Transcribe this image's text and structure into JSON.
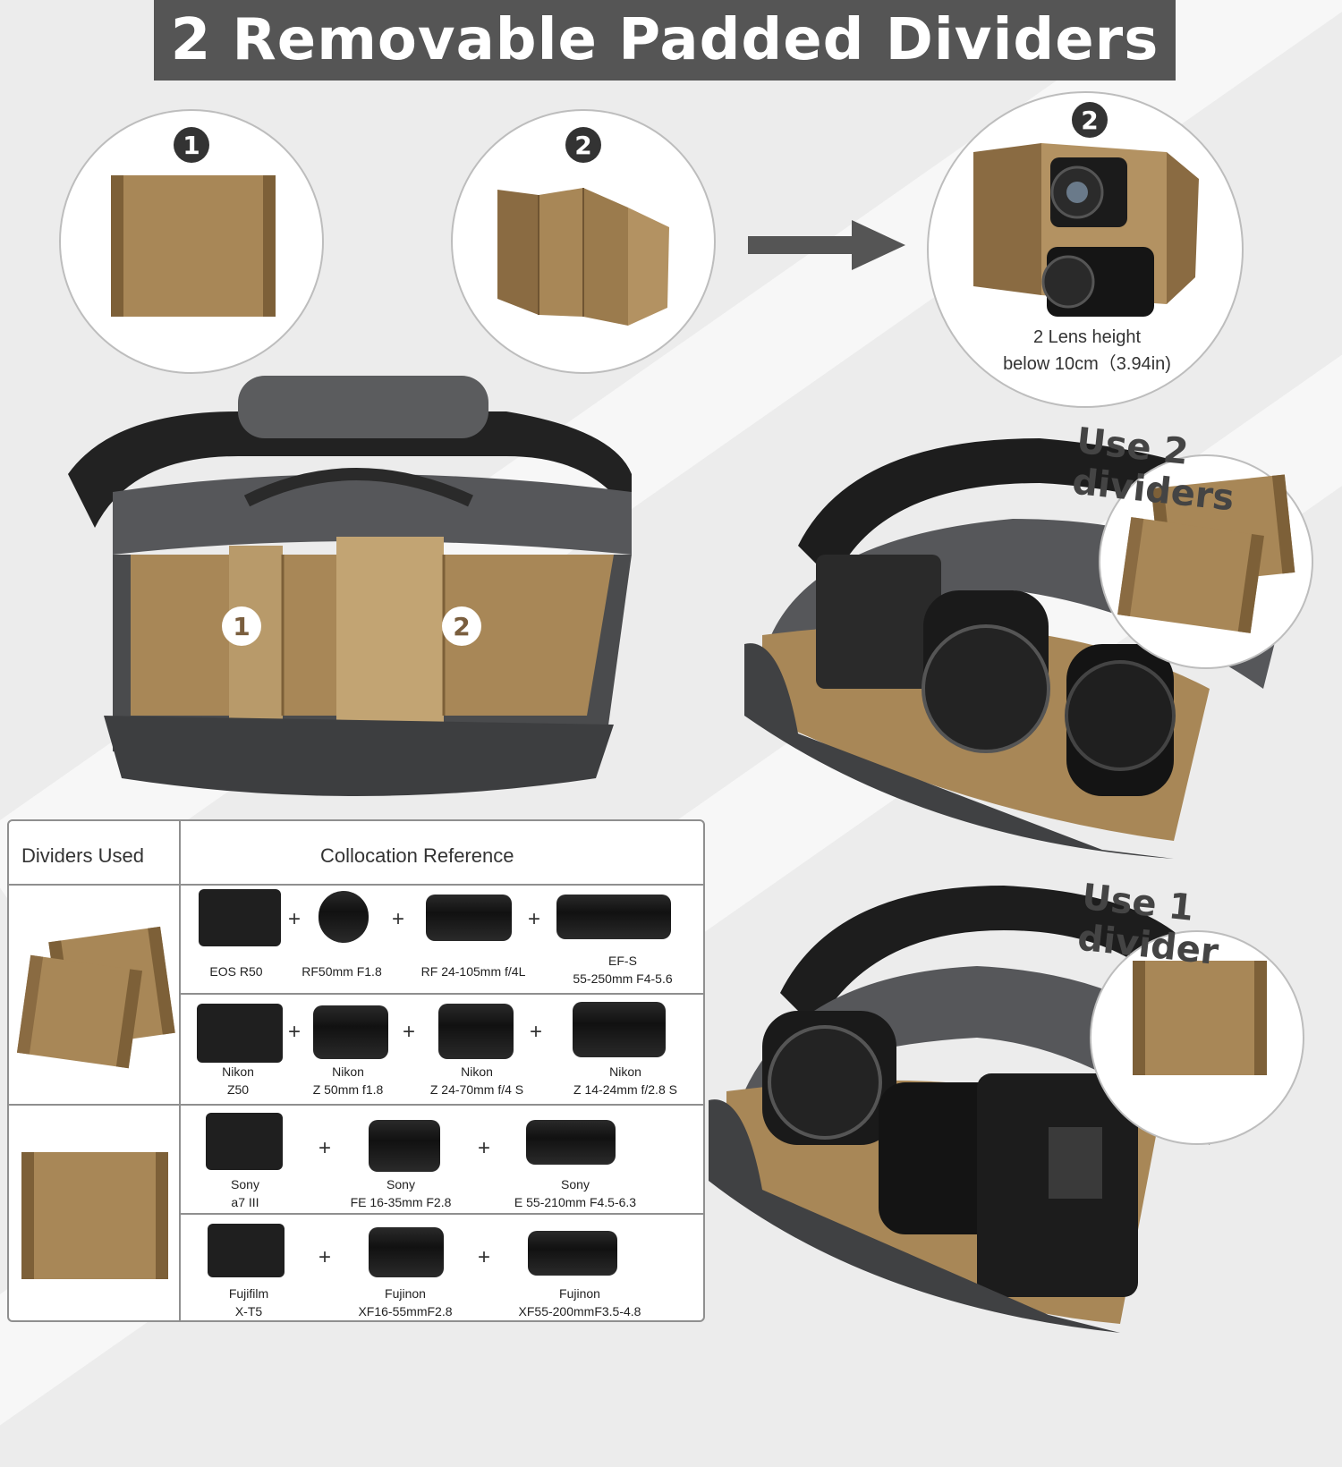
{
  "title": "2 Removable Padded Dividers",
  "badges": {
    "one": "1",
    "two": "2"
  },
  "caption": {
    "line1": "2 Lens height",
    "line2": "below 10cm（3.94in)"
  },
  "labels": {
    "use_two": "Use 2 dividers",
    "use_one": "Use 1 divider"
  },
  "table": {
    "header_used": "Dividers Used",
    "header_ref": "Collocation Reference",
    "plus": "+",
    "rows": [
      {
        "items": [
          {
            "line1": "EOS R50",
            "line2": ""
          },
          {
            "line1": "RF50mm F1.8",
            "line2": ""
          },
          {
            "line1": "RF 24-105mm f/4L",
            "line2": ""
          },
          {
            "line1": "EF-S",
            "line2": "55-250mm F4-5.6"
          }
        ]
      },
      {
        "items": [
          {
            "line1": "Nikon",
            "line2": "Z50"
          },
          {
            "line1": "Nikon",
            "line2": "Z 50mm f1.8"
          },
          {
            "line1": "Nikon",
            "line2": "Z 24-70mm f/4 S"
          },
          {
            "line1": "Nikon",
            "line2": "Z 14-24mm f/2.8 S"
          }
        ]
      },
      {
        "items": [
          {
            "line1": "Sony",
            "line2": "a7 III"
          },
          {
            "line1": "Sony",
            "line2": "FE 16-35mm F2.8"
          },
          {
            "line1": "Sony",
            "line2": "E 55-210mm F4.5-6.3"
          }
        ]
      },
      {
        "items": [
          {
            "line1": "Fujifilm",
            "line2": "X-T5"
          },
          {
            "line1": "Fujinon",
            "line2": "XF16-55mmF2.8"
          },
          {
            "line1": "Fujinon",
            "line2": "XF55-200mmF3.5-4.8"
          }
        ]
      }
    ]
  },
  "colors": {
    "pad": "#a88757",
    "pad_edge": "#7d6038",
    "bag": "#4a4b4d",
    "title_bg": "#555555"
  }
}
